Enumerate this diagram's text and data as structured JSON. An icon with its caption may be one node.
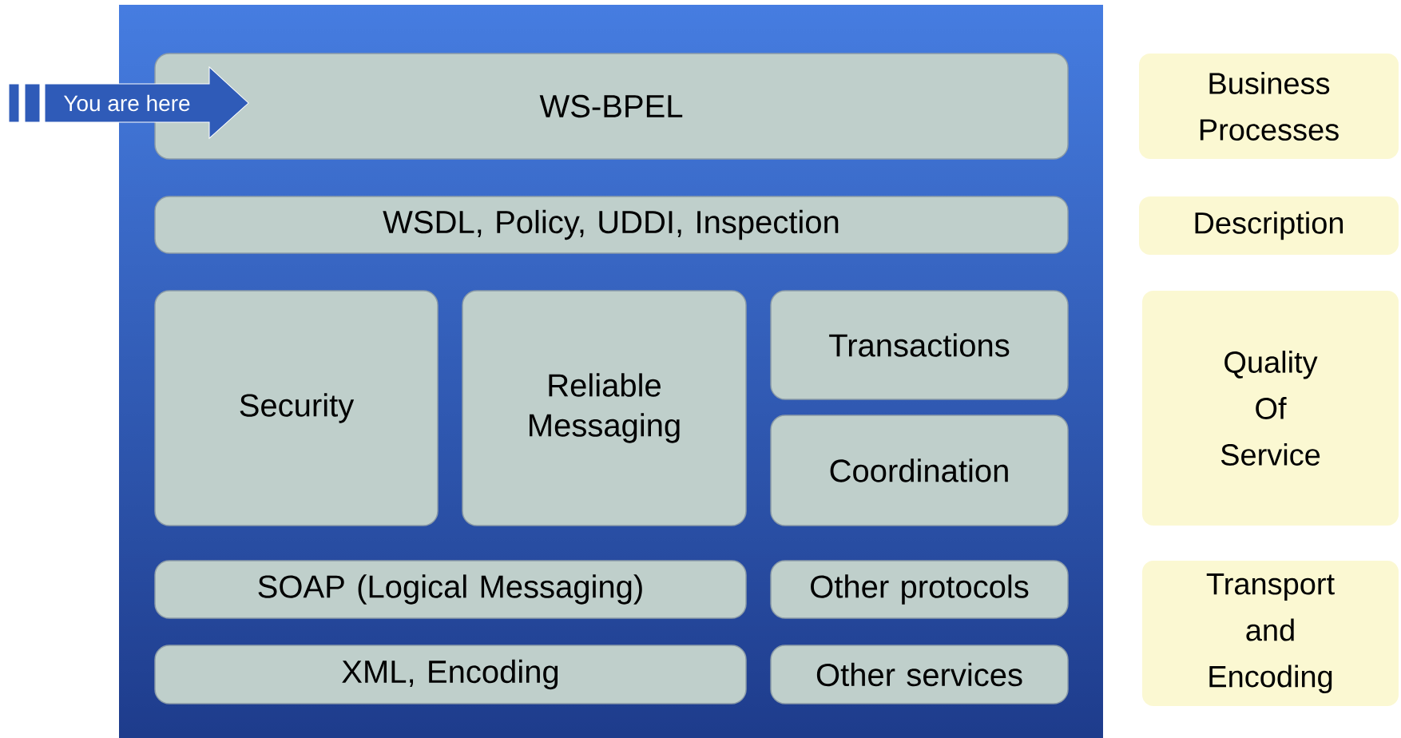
{
  "diagram": {
    "nodes": [
      {
        "text": [
          "You are here"
        ]
      },
      {
        "text": [
          "WS-BPEL"
        ]
      },
      {
        "text": [
          "Business Processes"
        ]
      },
      {
        "text": [
          "WSDL, Policy, UDDI, Inspection"
        ]
      },
      {
        "text": [
          "Description"
        ]
      },
      {
        "text": [
          "Security"
        ]
      },
      {
        "text": [
          "Reliable Messaging"
        ]
      },
      {
        "text": [
          "Transactions"
        ]
      },
      {
        "text": [
          "Coordination"
        ]
      },
      {
        "text": [
          "Quality Of Service"
        ]
      },
      {
        "text": [
          "SOAP (Logical Messaging)"
        ]
      },
      {
        "text": [
          "Other protocols"
        ]
      },
      {
        "text": [
          "Transport and Encoding"
        ]
      },
      {
        "text": [
          "XML, Encoding"
        ]
      },
      {
        "text": [
          "Other services"
        ]
      }
    ]
  }
}
